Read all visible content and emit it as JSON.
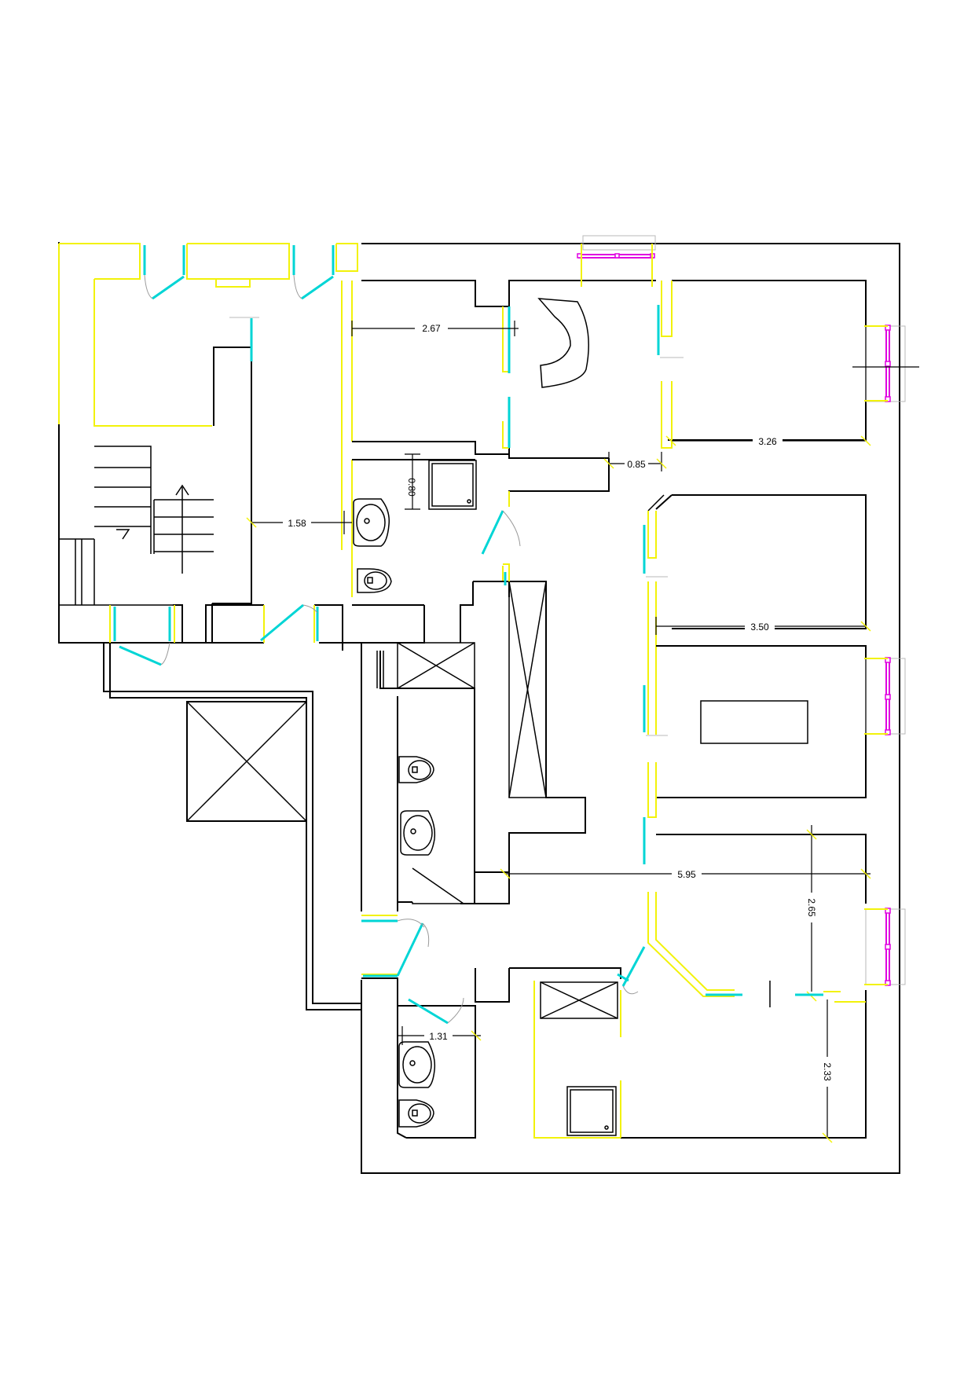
{
  "colors": {
    "wall": "#000000",
    "wall_finish": "#f2f20a",
    "door_leaf": "#00d5d5",
    "window": "#e000e0",
    "door_swing": "#9a9a9a",
    "background": "#ffffff"
  },
  "dimensions": {
    "d1": "2.67",
    "d2": "0.85",
    "d3": "3.26",
    "d4": "0.80",
    "d5": "1.58",
    "d6": "3.50",
    "d7": "5.95",
    "d8": "2.65",
    "d9": "1.31",
    "d10": "2.33"
  }
}
